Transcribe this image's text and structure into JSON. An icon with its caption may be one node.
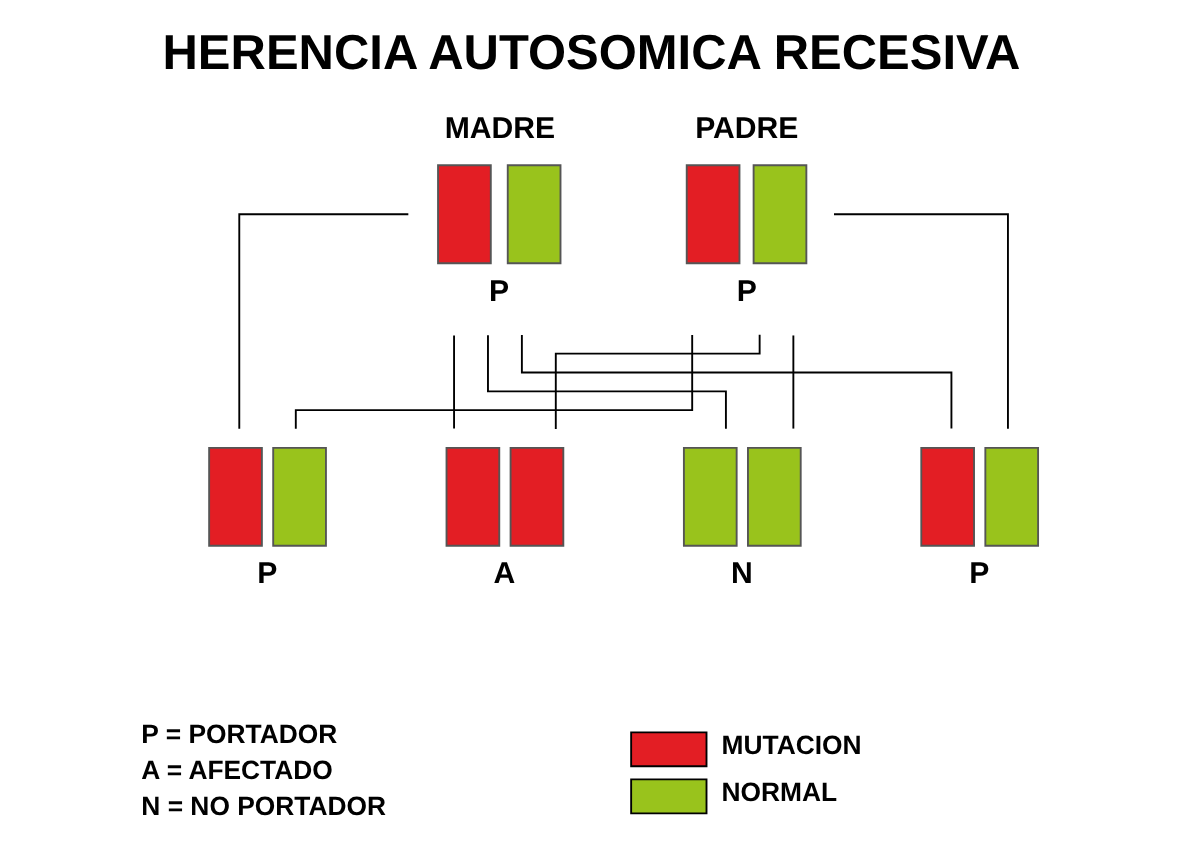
{
  "diagram": {
    "title": "HERENCIA AUTOSOMICA RECESIVA",
    "nodes": [
      {
        "text": [
          "MADRE",
          "P"
        ]
      },
      {
        "text": [
          "PADRE",
          "P"
        ]
      },
      {
        "text": [
          "P"
        ]
      },
      {
        "text": [
          "A"
        ]
      },
      {
        "text": [
          "N"
        ]
      },
      {
        "text": [
          "P"
        ]
      }
    ],
    "edges": [
      {
        "from": 0,
        "to": 2,
        "arrow": "none"
      },
      {
        "from": 0,
        "to": 3,
        "arrow": "none"
      },
      {
        "from": 0,
        "to": 4,
        "arrow": "none"
      },
      {
        "from": 0,
        "to": 5,
        "arrow": "none"
      },
      {
        "from": 1,
        "to": 2,
        "arrow": "none"
      },
      {
        "from": 1,
        "to": 3,
        "arrow": "none"
      },
      {
        "from": 1,
        "to": 4,
        "arrow": "none"
      },
      {
        "from": 1,
        "to": 5,
        "arrow": "none"
      }
    ],
    "labels": [
      "P = PORTADOR",
      "A = AFECTADO",
      "N = NO PORTADOR"
    ],
    "legend": [
      {
        "text": "MUTACION",
        "color": "#e31e24"
      },
      {
        "text": "NORMAL",
        "color": "#99c31c"
      }
    ]
  }
}
